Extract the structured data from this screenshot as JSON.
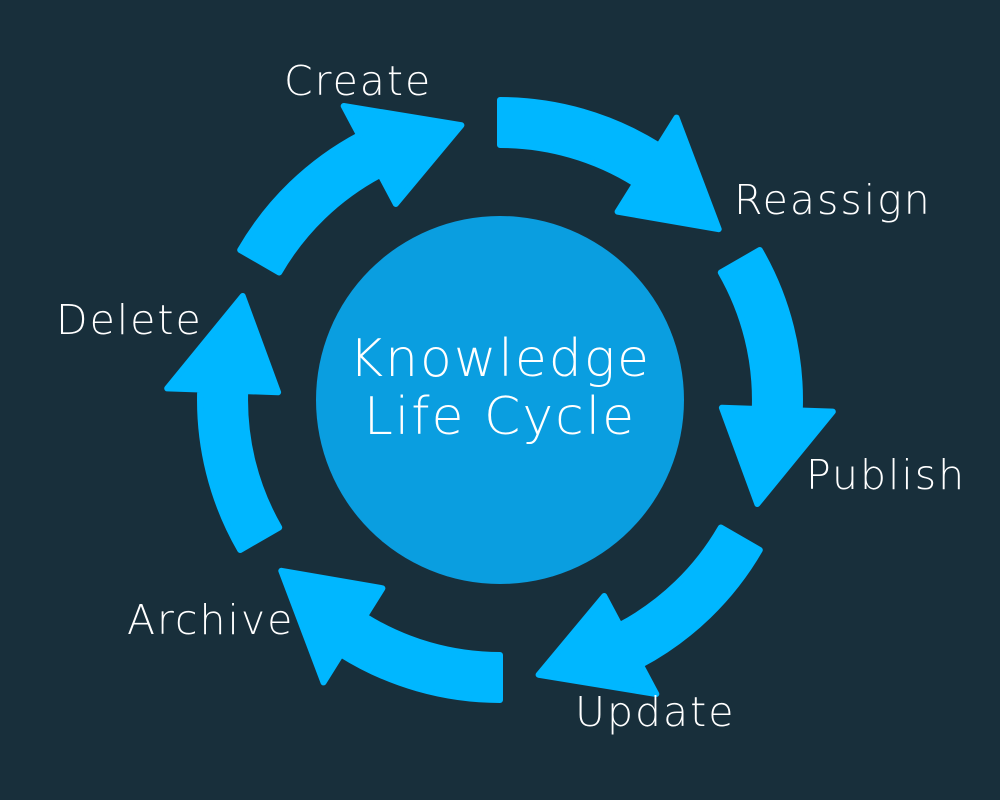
{
  "center": {
    "line1": "Knowledge",
    "line2": "Life Cycle"
  },
  "stages": [
    {
      "key": "create",
      "label": "Create"
    },
    {
      "key": "reassign",
      "label": "Reassign"
    },
    {
      "key": "publish",
      "label": "Publish"
    },
    {
      "key": "update",
      "label": "Update"
    },
    {
      "key": "archive",
      "label": "Archive"
    },
    {
      "key": "delete",
      "label": "Delete"
    }
  ],
  "colors": {
    "background": "#182f3b",
    "arrow": "#00b7ff",
    "center_circle": "#0a9ee0",
    "text": "#ffffff"
  }
}
